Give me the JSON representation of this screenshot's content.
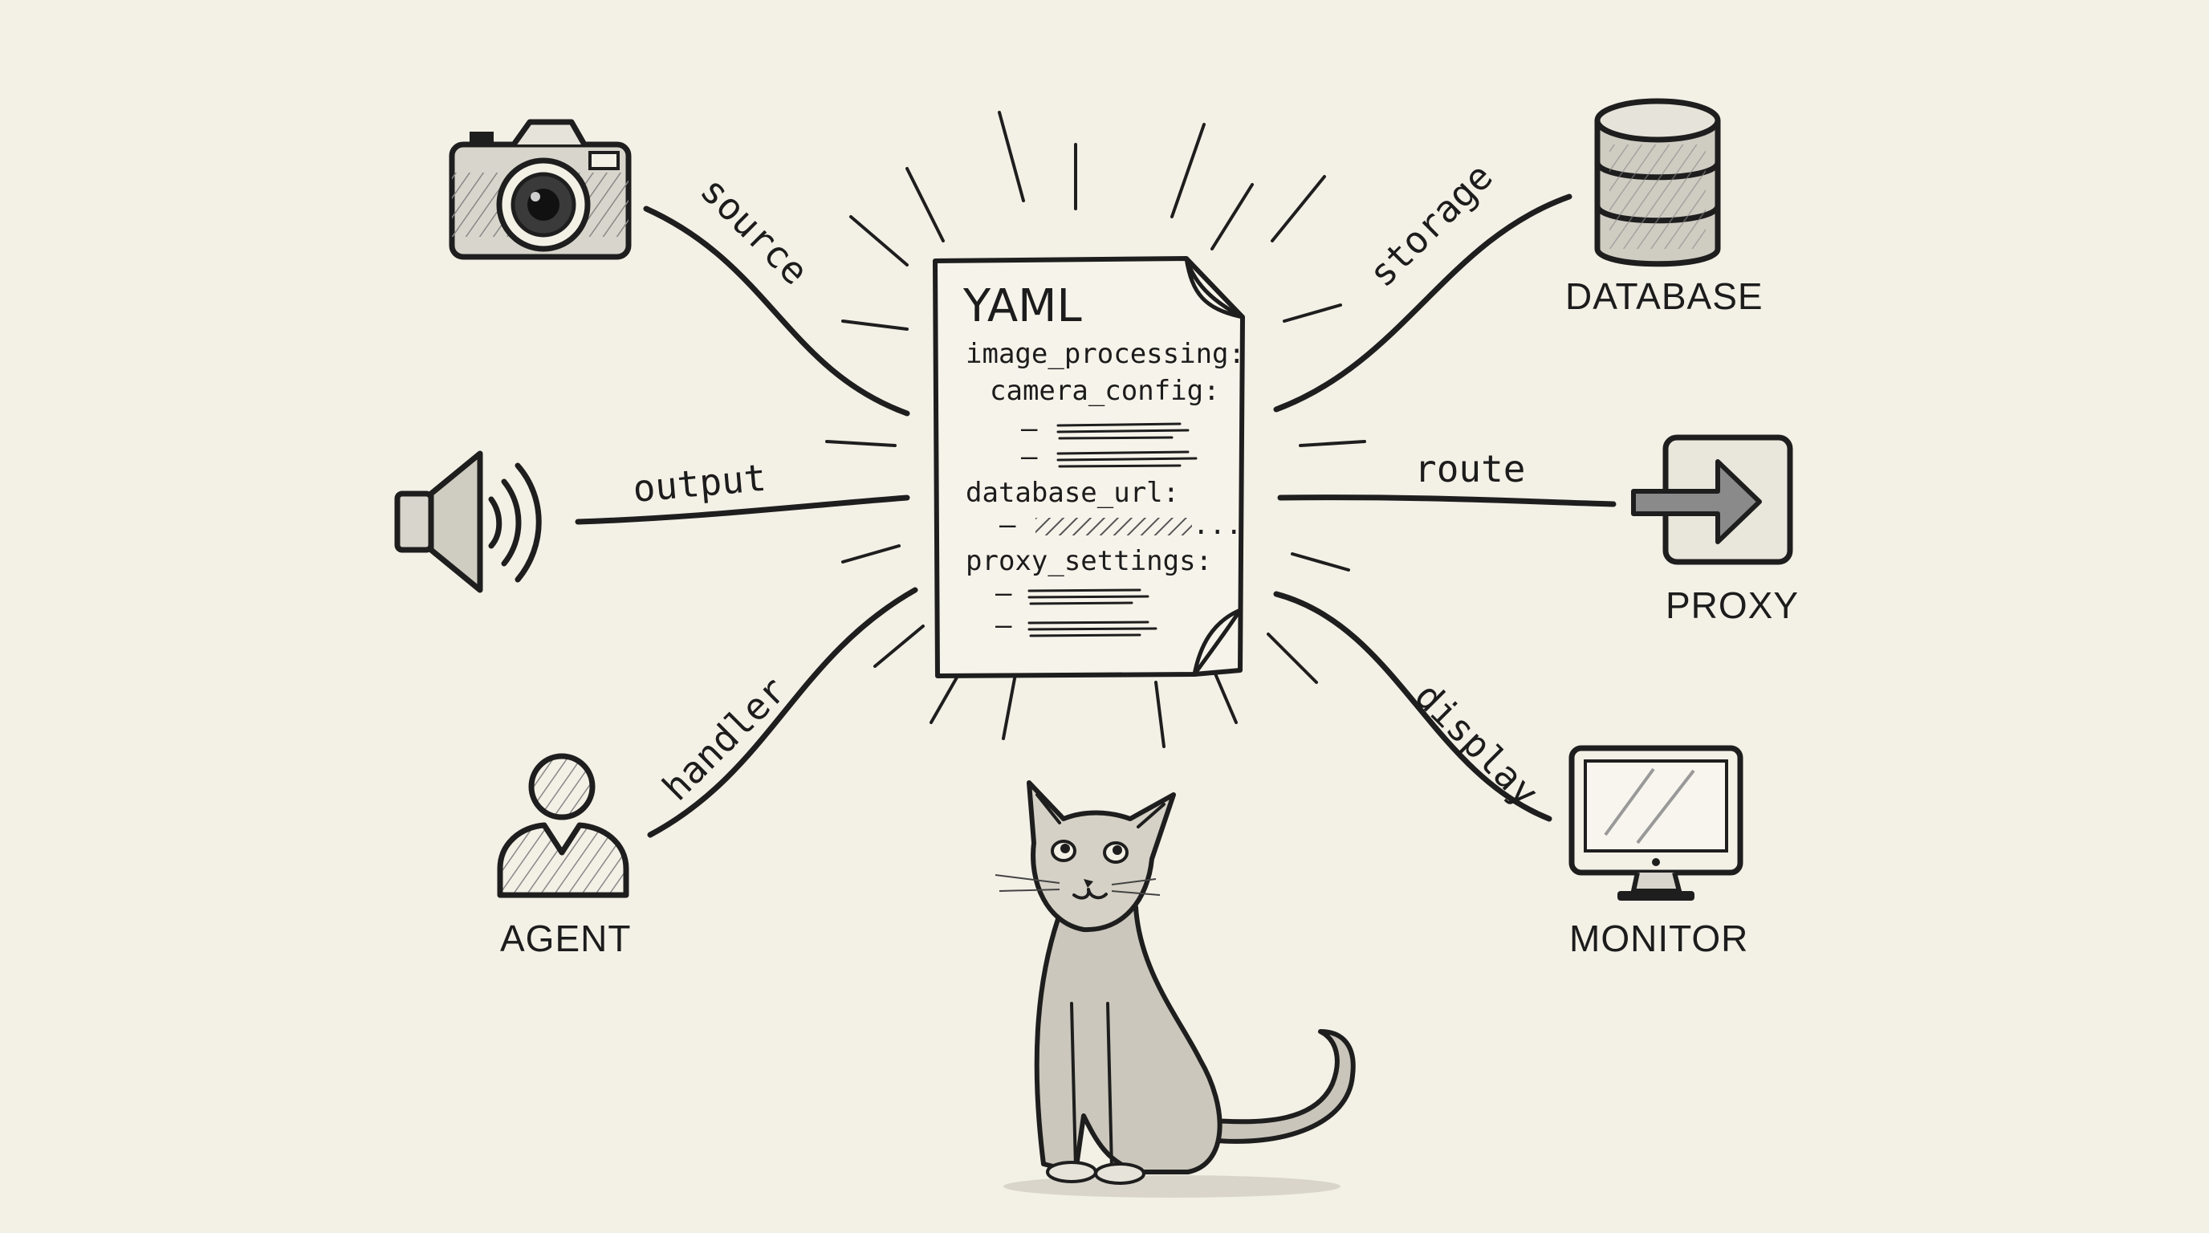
{
  "palette": {
    "paper": "#f3f0e6",
    "ink": "#1e1e1e",
    "shade": "#7d7d7d"
  },
  "document": {
    "title": "YAML",
    "lines": [
      "image_processing:",
      "camera_config:",
      "–",
      "–",
      "database_url:",
      "–",
      "...",
      "proxy_settings:",
      "–",
      "–"
    ]
  },
  "connections": {
    "source": "source",
    "output": "output",
    "handler": "handler",
    "storage": "storage",
    "route": "route",
    "display": "display"
  },
  "nodes": {
    "camera": {
      "icon": "camera-icon"
    },
    "speaker": {
      "icon": "speaker-icon"
    },
    "agent": {
      "icon": "person-icon",
      "label": "AGENT"
    },
    "database": {
      "icon": "database-icon",
      "label": "DATABASE"
    },
    "proxy": {
      "icon": "arrow-box-icon",
      "label": "PROXY"
    },
    "monitor": {
      "icon": "monitor-icon",
      "label": "MONITOR"
    }
  },
  "mascot": {
    "icon": "cat-icon"
  }
}
